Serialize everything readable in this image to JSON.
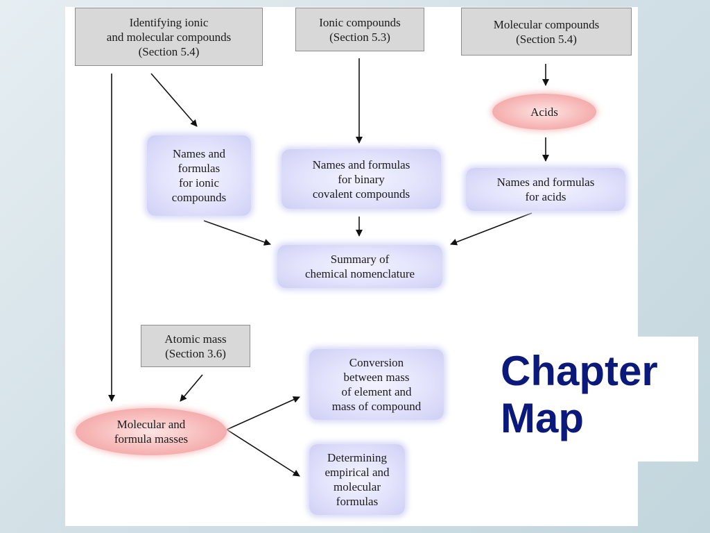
{
  "diagram": {
    "nodes": {
      "identifying": "Identifying ionic\nand molecular compounds\n(Section 5.4)",
      "ionic": "Ionic compounds\n(Section 5.3)",
      "molecular": "Molecular compounds\n(Section 5.4)",
      "acids": "Acids",
      "names_ionic": "Names and\nformulas\nfor ionic\ncompounds",
      "names_binary": "Names and formulas\nfor binary\ncovalent compounds",
      "names_acids": "Names and formulas\nfor acids",
      "summary": "Summary of\nchemical nomenclature",
      "atomic_mass": "Atomic mass\n(Section 3.6)",
      "molecular_masses": "Molecular and\nformula masses",
      "conversion": "Conversion\nbetween mass\nof element and\nmass of compound",
      "empirical": "Determining\nempirical and\nmolecular\nformulas"
    }
  },
  "chapter_map": {
    "title": "Chapter\nMap",
    "color": "#0b1a7a"
  }
}
